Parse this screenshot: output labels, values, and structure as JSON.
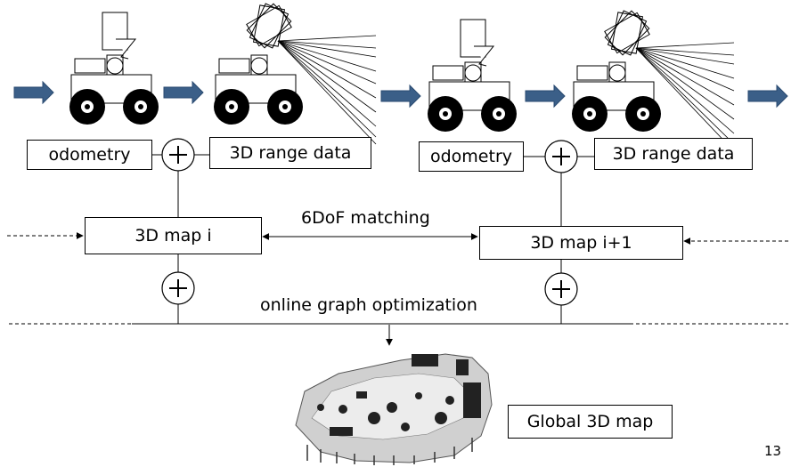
{
  "labels": {
    "odometry": "odometry",
    "range_data": "3D range data",
    "map_i": "3D map i",
    "map_i1": "3D map i+1",
    "matching": "6DoF matching",
    "optimization": "online graph optimization",
    "global_map": "Global 3D map",
    "page_number": "13"
  },
  "colors": {
    "arrow_fill": "#3b5f88",
    "arrow_stroke": "#2a4a70",
    "line": "#000000"
  },
  "icons": [
    "robot-icon",
    "robot-scanner-icon",
    "plus-circle-icon",
    "point-cloud-map-icon"
  ]
}
